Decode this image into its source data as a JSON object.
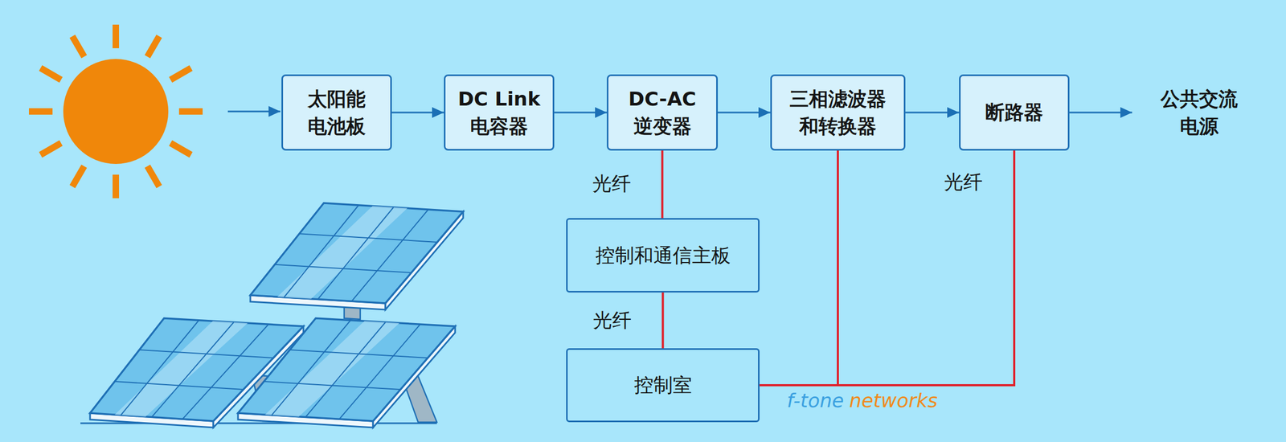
{
  "diagram": {
    "nodes": [
      {
        "text": [
          "太阳能 电池板"
        ]
      },
      {
        "text": [
          "DC Link 电容器"
        ]
      },
      {
        "text": [
          "DC-AC 逆变器"
        ]
      },
      {
        "text": [
          "三相滤波器 和转换器"
        ]
      },
      {
        "text": [
          "断路器"
        ]
      },
      {
        "text": [
          "公共交流 电源"
        ]
      },
      {
        "text": [
          "控制和通信主板"
        ]
      },
      {
        "text": [
          "控制室"
        ]
      }
    ],
    "edges": [
      {
        "from": 0,
        "to": 1,
        "arrow": "to"
      },
      {
        "from": 1,
        "to": 2,
        "arrow": "to"
      },
      {
        "from": 2,
        "to": 3,
        "arrow": "to"
      },
      {
        "from": 3,
        "to": 4,
        "arrow": "to"
      },
      {
        "from": 4,
        "to": 5,
        "arrow": "to"
      },
      {
        "from": 2,
        "to": 6,
        "arrow": "none",
        "label": "光纤"
      },
      {
        "from": 6,
        "to": 7,
        "arrow": "none",
        "label": "光纤"
      },
      {
        "from": 7,
        "to": 3,
        "arrow": "none"
      },
      {
        "from": 7,
        "to": 4,
        "arrow": "none",
        "label": "光纤"
      }
    ],
    "labels": [
      "f-tone",
      "networks"
    ]
  }
}
